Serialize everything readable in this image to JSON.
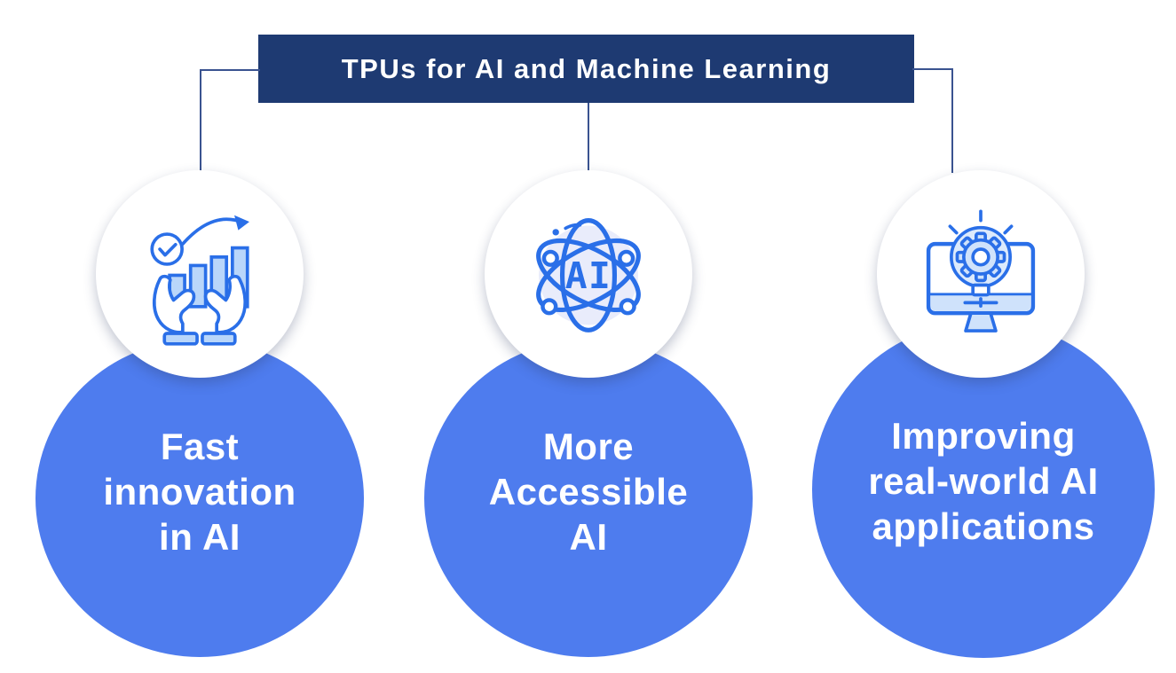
{
  "title": "TPUs for AI and Machine Learning",
  "colors": {
    "header_bg": "#1e3a72",
    "connector": "#3a5390",
    "circle_blue": "#4e7cee",
    "icon_stroke": "#2a6fe8",
    "icon_fill_light": "#b9d6fa",
    "label_text": "#ffffff"
  },
  "nodes": [
    {
      "icon": "hands-growth-chart-icon",
      "label": "Fast\ninnovation\nin AI"
    },
    {
      "icon": "ai-atom-icon",
      "label": "More\nAccessible\nAI"
    },
    {
      "icon": "monitor-gear-bulb-icon",
      "label": "Improving\nreal-world AI\napplications"
    }
  ],
  "atom_icon": {
    "text": "AI"
  }
}
